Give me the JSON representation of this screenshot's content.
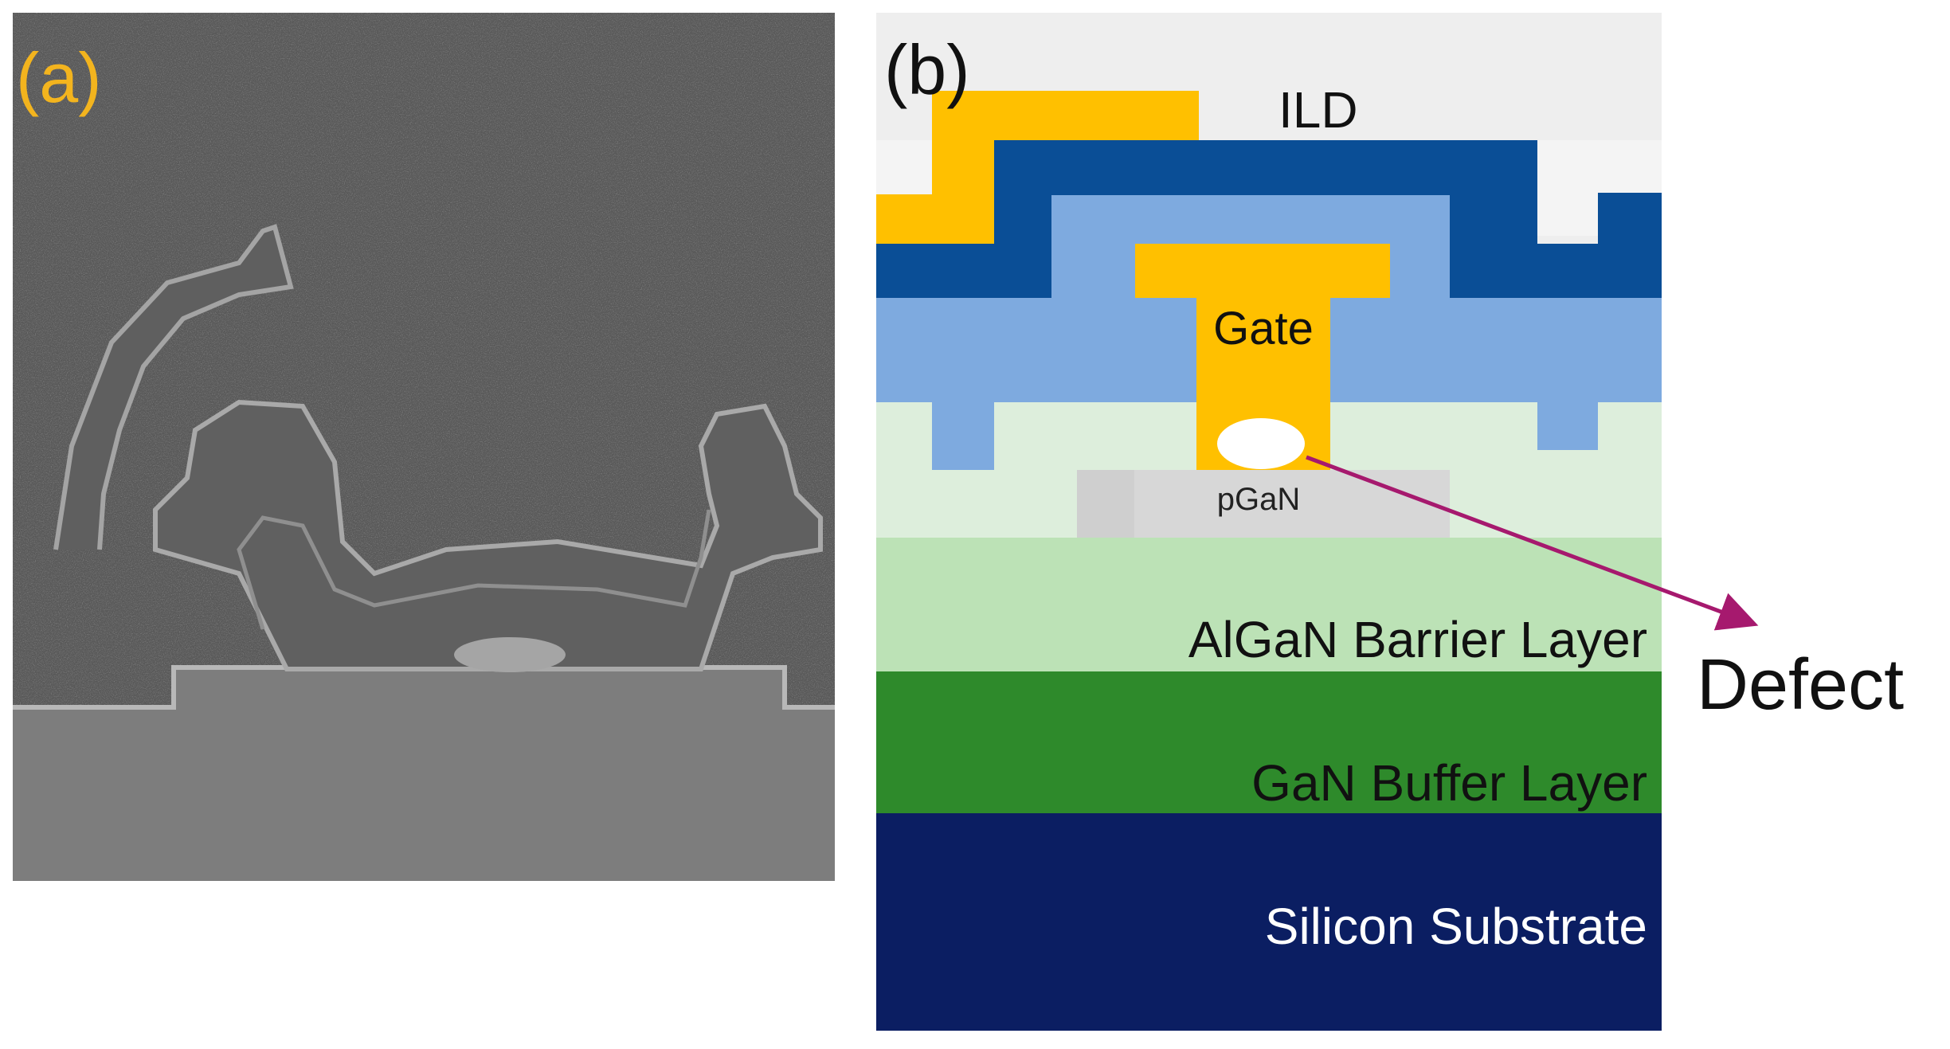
{
  "panel_a": {
    "label": "(a)",
    "label_color": "#F3B41E"
  },
  "panel_b": {
    "label": "(b)",
    "layers": {
      "ild": "ILD",
      "gate": "Gate",
      "pgan": "pGaN",
      "algan": "AlGaN Barrier Layer",
      "gan": "GaN Buffer Layer",
      "substrate": "Silicon Substrate"
    },
    "defect_label": "Defect",
    "colors": {
      "ild": "#EEEEEE",
      "gold": "#FFC000",
      "dark_blue": "#0A4E96",
      "light_blue": "#7EAADF",
      "pale_green": "#DDEEDC",
      "algan": "#BCE2B6",
      "gan": "#2E8A2B",
      "substrate": "#0B1E62",
      "pgan": "#D7D7D7",
      "arrow": "#A6196E"
    }
  }
}
